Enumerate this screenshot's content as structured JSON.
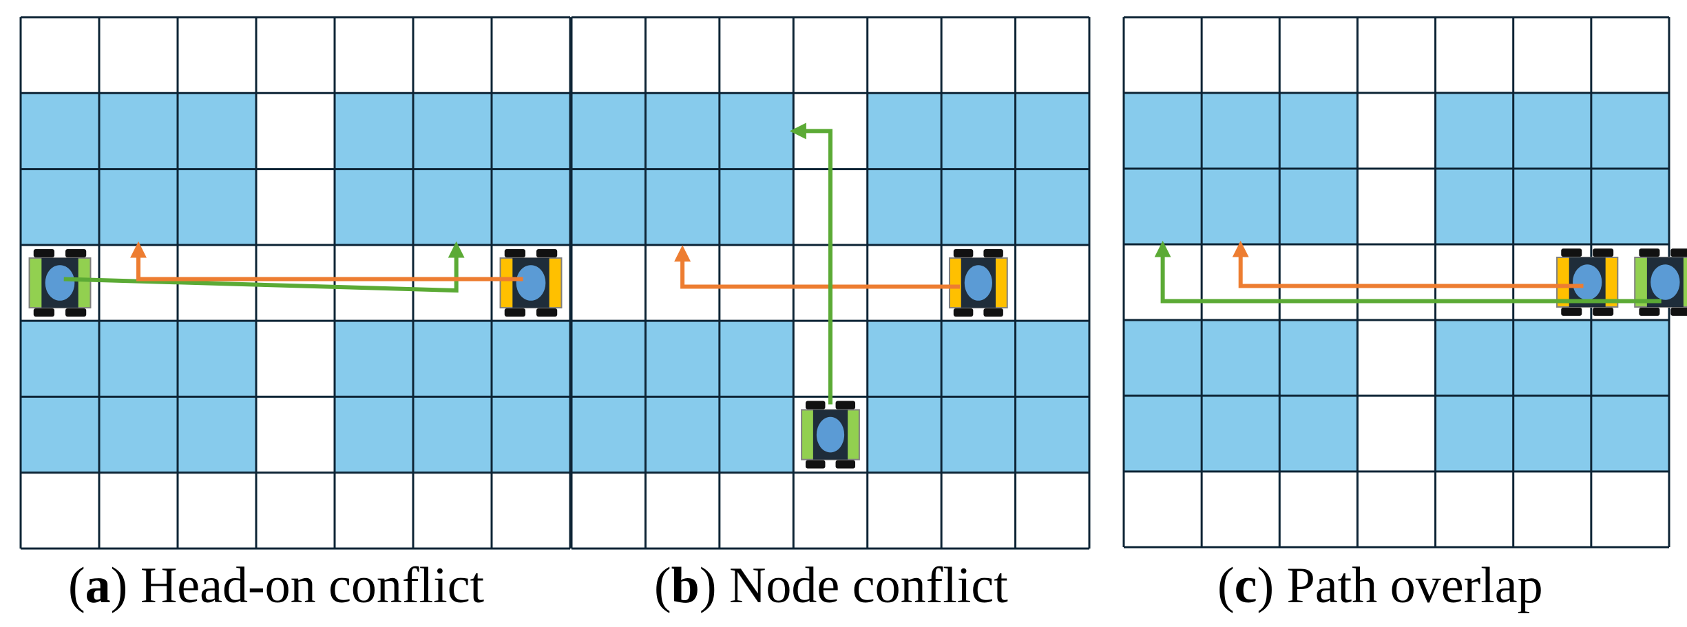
{
  "colors": {
    "shelf": "#87CBEC",
    "aisle": "#FFFFFF",
    "grid_line": "#0D2435",
    "orange_path": "#ED7D31",
    "green_path": "#5BAA35",
    "robot_orange": "#FFC000",
    "robot_green": "#92D050",
    "robot_core": "#5B9BD5",
    "robot_frame": "#1F2D3A",
    "wheel": "#111111"
  },
  "panels": [
    {
      "id": "a",
      "caption_letter": "a",
      "caption_text": " Head-on conflict",
      "rows": 7,
      "cols": 7,
      "layout": [
        "WWWWWWW",
        "BBBWBBB",
        "BBBWBBB",
        "WWWWWWW",
        "BBBWBBB",
        "BBBWBBB",
        "WWWWWWW"
      ],
      "robots": [
        {
          "name": "green-robot",
          "color": "green",
          "col": 0,
          "row": 3
        },
        {
          "name": "orange-robot",
          "color": "orange",
          "col": 6,
          "row": 3
        }
      ],
      "paths": [
        {
          "name": "green-path",
          "color": "green",
          "points": [
            [
              0.55,
              3.45
            ],
            [
              5.55,
              3.6
            ],
            [
              5.55,
              3.05
            ]
          ]
        },
        {
          "name": "orange-path",
          "color": "orange",
          "points": [
            [
              6.4,
              3.45
            ],
            [
              1.5,
              3.45
            ],
            [
              1.5,
              3.05
            ]
          ]
        }
      ]
    },
    {
      "id": "b",
      "caption_letter": "b",
      "caption_text": " Node conflict",
      "rows": 7,
      "cols": 7,
      "layout": [
        "WWWWWWW",
        "BBBWBBB",
        "BBBWBBB",
        "WWWWWWW",
        "BBBWBBB",
        "BBBWBBB",
        "WWWWWWW"
      ],
      "robots": [
        {
          "name": "orange-robot",
          "color": "orange",
          "col": 5,
          "row": 3
        },
        {
          "name": "green-robot",
          "color": "green",
          "col": 3,
          "row": 5
        }
      ],
      "paths": [
        {
          "name": "orange-path",
          "color": "orange",
          "points": [
            [
              5.25,
              3.55
            ],
            [
              1.5,
              3.55
            ],
            [
              1.5,
              3.1
            ]
          ]
        },
        {
          "name": "green-path",
          "color": "green",
          "points": [
            [
              3.5,
              5.1
            ],
            [
              3.5,
              1.5
            ],
            [
              3.05,
              1.5
            ]
          ]
        }
      ]
    },
    {
      "id": "c",
      "caption_letter": "c",
      "caption_text": " Path overlap",
      "rows": 7,
      "cols": 7,
      "layout": [
        "WWWWWWW",
        "BBBWBBB",
        "BBBWBBB",
        "WWWWWWW",
        "BBBWBBB",
        "BBBWBBB",
        "WWWWWWW"
      ],
      "robots": [
        {
          "name": "orange-robot",
          "color": "orange",
          "col": 5.45,
          "row": 3
        },
        {
          "name": "green-robot",
          "color": "green",
          "col": 6.45,
          "row": 3
        }
      ],
      "paths": [
        {
          "name": "orange-path",
          "color": "orange",
          "points": [
            [
              5.9,
              3.55
            ],
            [
              1.5,
              3.55
            ],
            [
              1.5,
              3.05
            ]
          ]
        },
        {
          "name": "green-path",
          "color": "green",
          "points": [
            [
              6.9,
              3.75
            ],
            [
              0.5,
              3.75
            ],
            [
              0.5,
              3.05
            ]
          ]
        }
      ]
    }
  ]
}
